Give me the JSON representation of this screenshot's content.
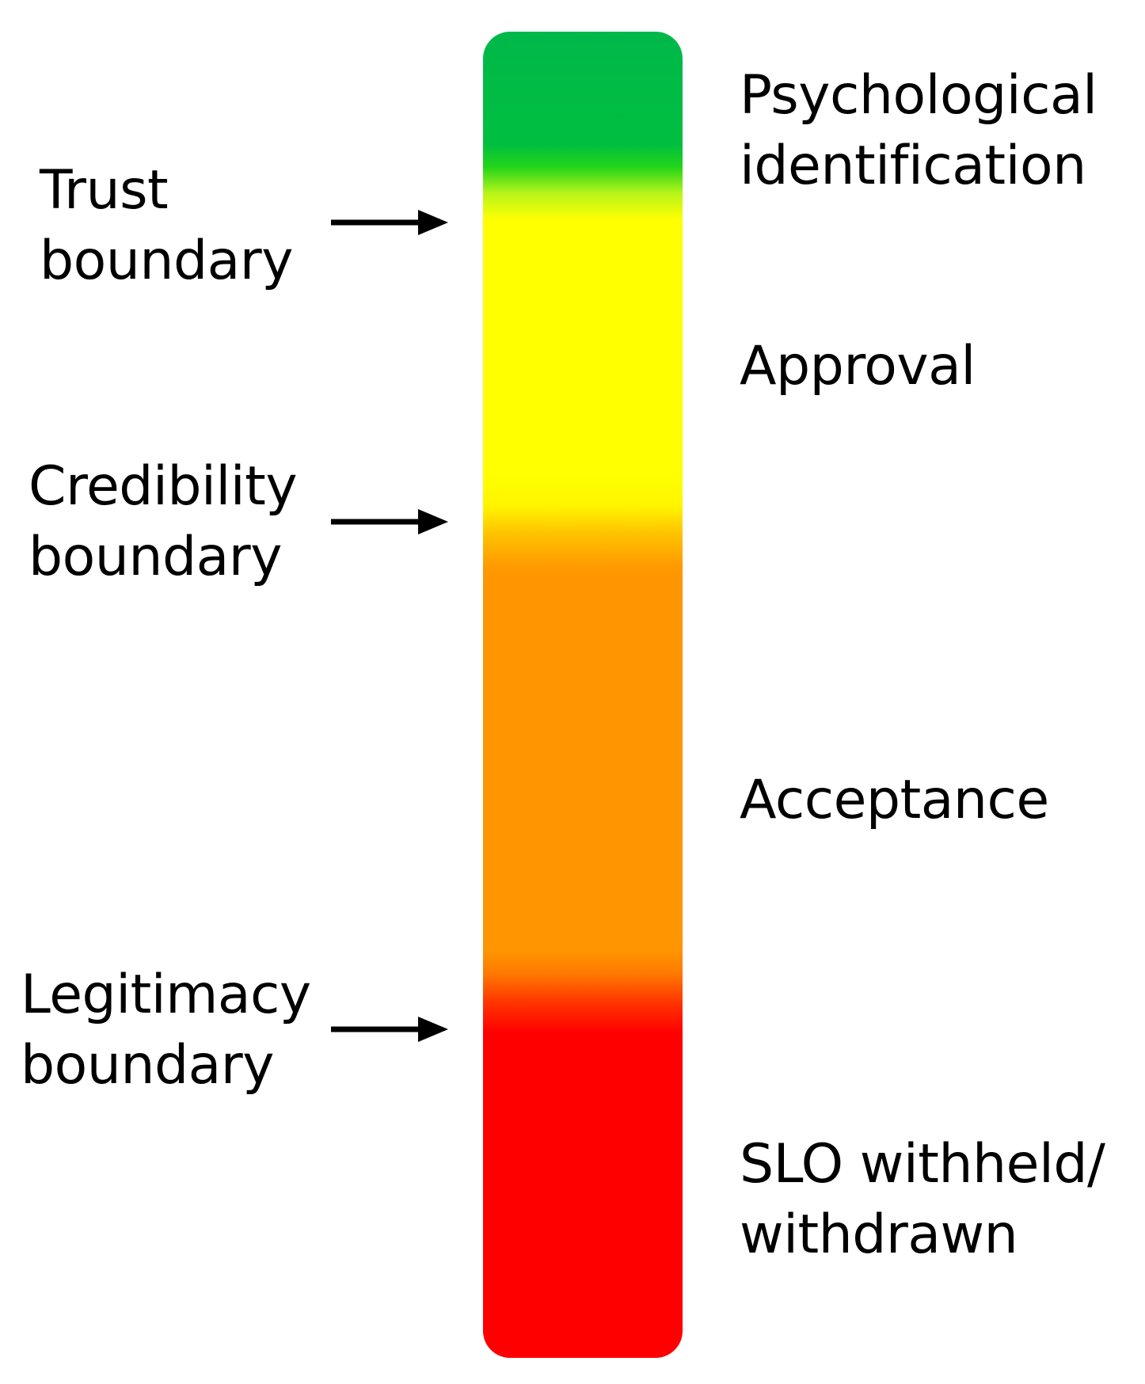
{
  "levels": {
    "psychological_identification": [
      "Psychological",
      "identification"
    ],
    "approval": "Approval",
    "acceptance": "Acceptance",
    "slo_withheld": [
      "SLO withheld/",
      "withdrawn"
    ]
  },
  "boundaries": {
    "trust": [
      "Trust",
      "boundary"
    ],
    "credibility": [
      "Credibility",
      "boundary"
    ],
    "legitimacy": [
      "Legitimacy",
      "boundary"
    ]
  },
  "colors": {
    "green": "#00b84a",
    "yellow": "#ffff00",
    "orange": "#ff9500",
    "red": "#ff0000",
    "arrow": "#000000"
  },
  "icons": {
    "boundary_arrow": "right-arrow-icon"
  }
}
